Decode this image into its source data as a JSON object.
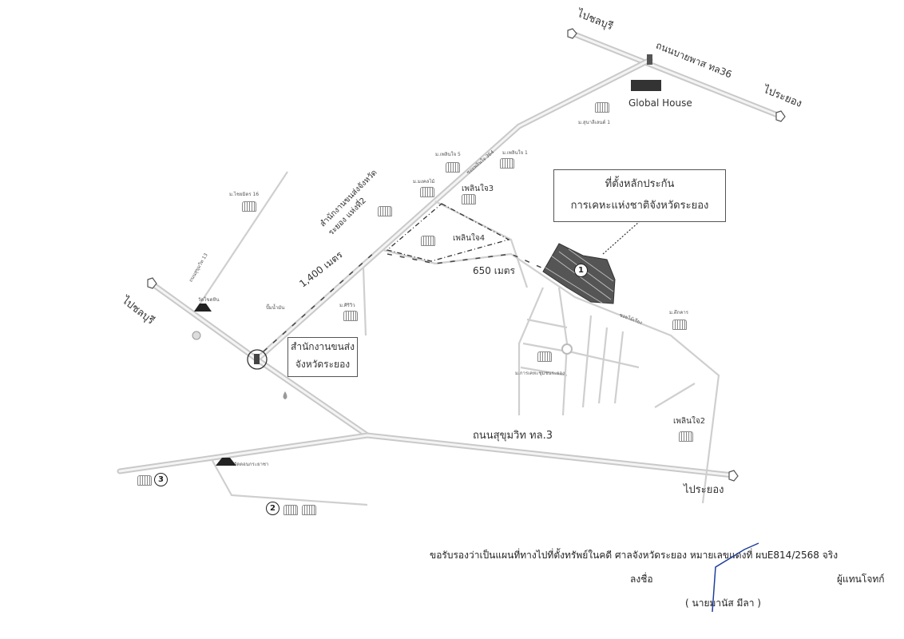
{
  "map": {
    "roads": {
      "bypass_road": "ถนนบายพาส ทล36",
      "sukhumvit_road": "ถนนสุขุมวิท ทล.3",
      "to_chonburi": "ไปชลบุรี",
      "to_rayong": "ไประยอง",
      "distance_main": "1,400 เมตร",
      "distance_soi": "650 เมตร",
      "soi_label_a": "ซอยพลินใจ 364",
      "soi_label_b": "ถนนสุขุมวิท 13",
      "soi_label_c": "ซอยไม้เรียง"
    },
    "landmarks": {
      "global_house": "Global House",
      "property_box_line1": "ที่ตั้งหลักประกัน",
      "property_box_line2": "การเคหะแห่งชาติจังหวัดระยอง",
      "dlt_office_line1": "สำนักงานขนส่ง",
      "dlt_office_line2": "จังหวัดระยอง",
      "dlt_branch2": "สำนักงานขนส่งจังหวัด ระยอง แห่งที่2",
      "village_ploenjai1": "ม.เพลินใจ 1",
      "village_ploenjai2": "เพลินใจ2",
      "village_ploenjai3": "เพลินใจ3",
      "village_ploenjai4": "เพลินใจ4",
      "village_ploenjai5": "ม.เพลินใจ 5",
      "village_napa": "ม.สุนาลีเลนด์ 1",
      "village_mongkol": "ม.มงคลไม้",
      "village_chaiyamit": "ม.ไชยมิตร 16",
      "village_siriwan": "ม.ศิริวิว",
      "village_housing": "ม.การเคหะชุมชนระยอง",
      "village_thungkhao": "ม.ตึกคาร",
      "temple": "วัดโขดหิน",
      "gas_station": "ปั๊มน้ำมัน",
      "school": "วัดดอนกระยาชา",
      "marker_1": "1",
      "marker_2": "2",
      "marker_3": "3"
    }
  },
  "footer": {
    "certification": "ขอรับรองว่าเป็นแผนที่ทางไปที่ตั้งทรัพย์ในคดี ศาลจังหวัดระยอง หมายเลขแดงที่ ผบE814/2568 จริง",
    "sign_label": "ลงชื่อ",
    "role": "ผู้แทนโจทก์",
    "signer_name": "(  นายมานัส มีลา  )"
  },
  "colors": {
    "road": "#c9c9c9",
    "plot_fill": "#555555",
    "signature": "#1f3f9a"
  }
}
